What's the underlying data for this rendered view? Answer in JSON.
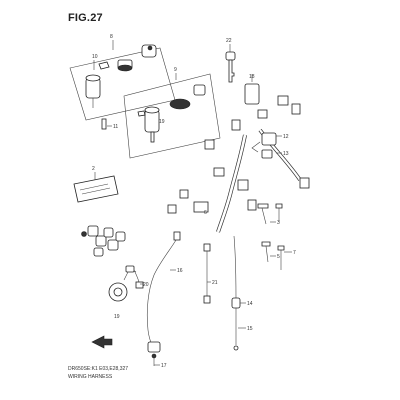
{
  "figure": {
    "title": "FIG.27"
  },
  "captions": {
    "model_code": "DR650SE:K1 E03,E28,327",
    "name": "WIRING HARNESS"
  },
  "callouts": [
    "8",
    "10",
    "11",
    "9",
    "22",
    "18",
    "19",
    "12",
    "13",
    "2",
    "6",
    "3",
    "5",
    "7",
    "20",
    "16",
    "21",
    "14",
    "15",
    "17",
    "19"
  ]
}
